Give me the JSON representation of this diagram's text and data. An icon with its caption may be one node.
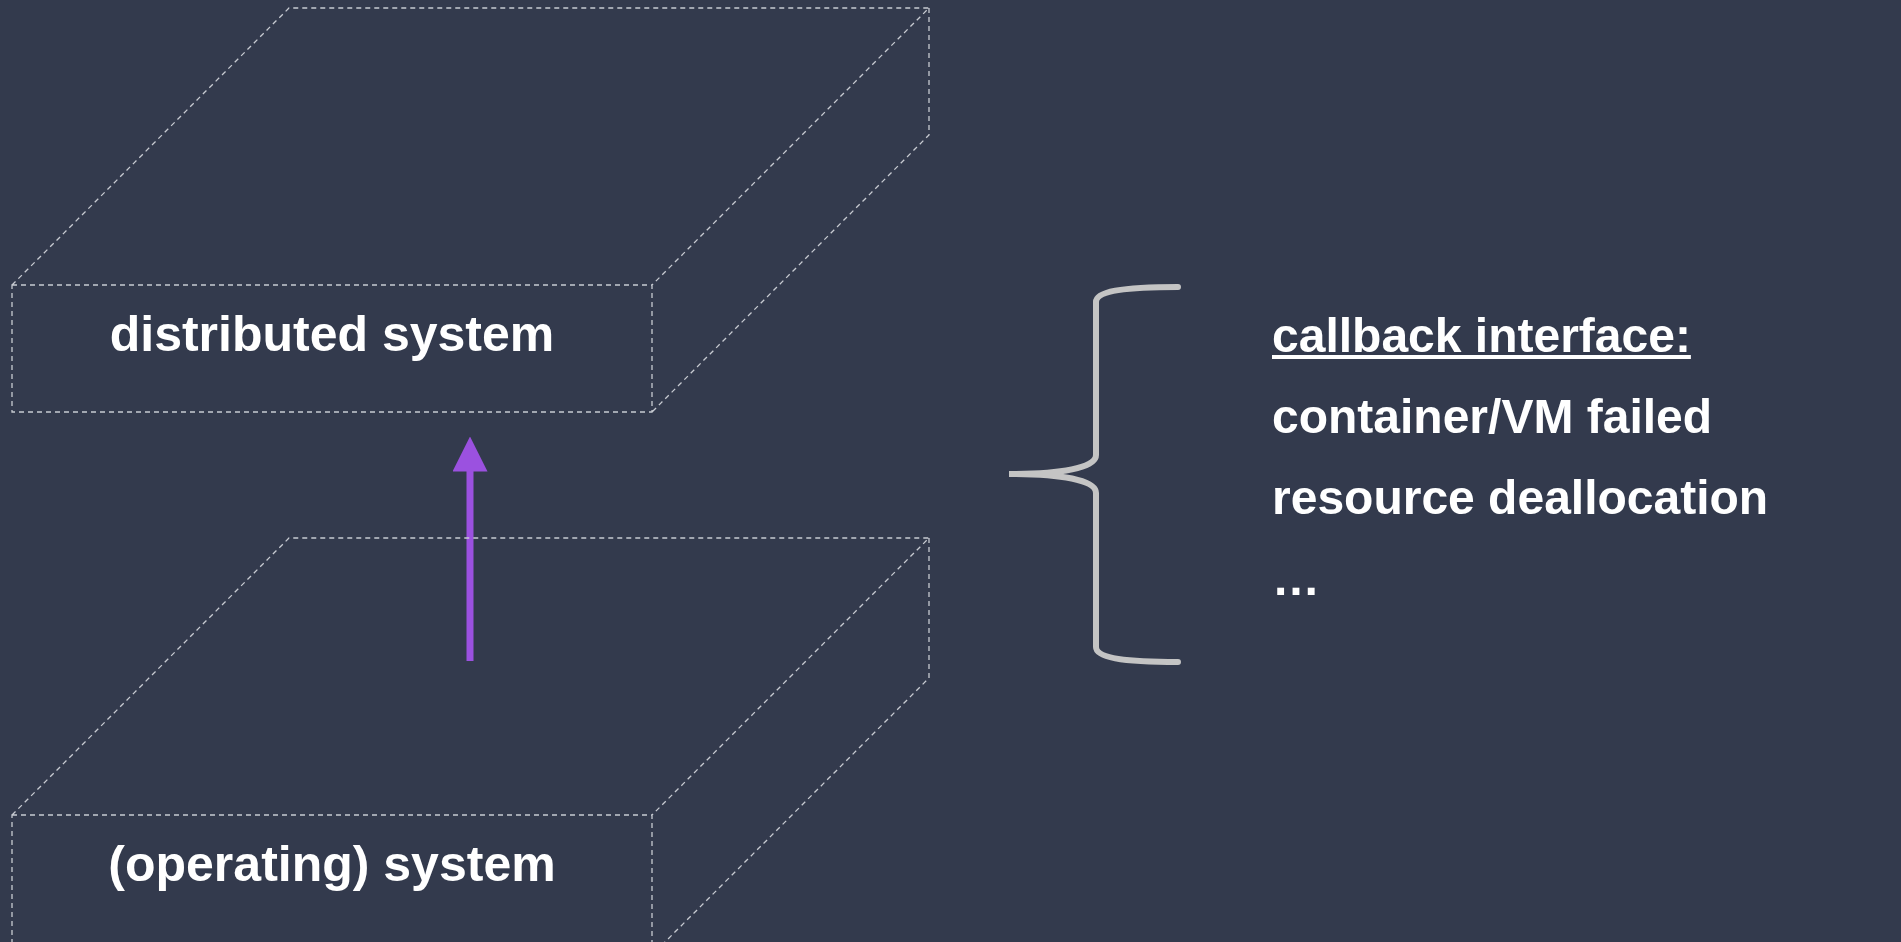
{
  "diagram": {
    "nodes": [
      {
        "text": [
          "distributed system"
        ]
      },
      {
        "text": [
          "(operating) system"
        ]
      }
    ],
    "edges": [
      {
        "from": 1,
        "to": 0,
        "arrow": "to",
        "color": "#9b51e0"
      }
    ],
    "labels": [
      "callback interface:",
      "container/VM failed",
      "resource deallocation",
      "…"
    ]
  }
}
